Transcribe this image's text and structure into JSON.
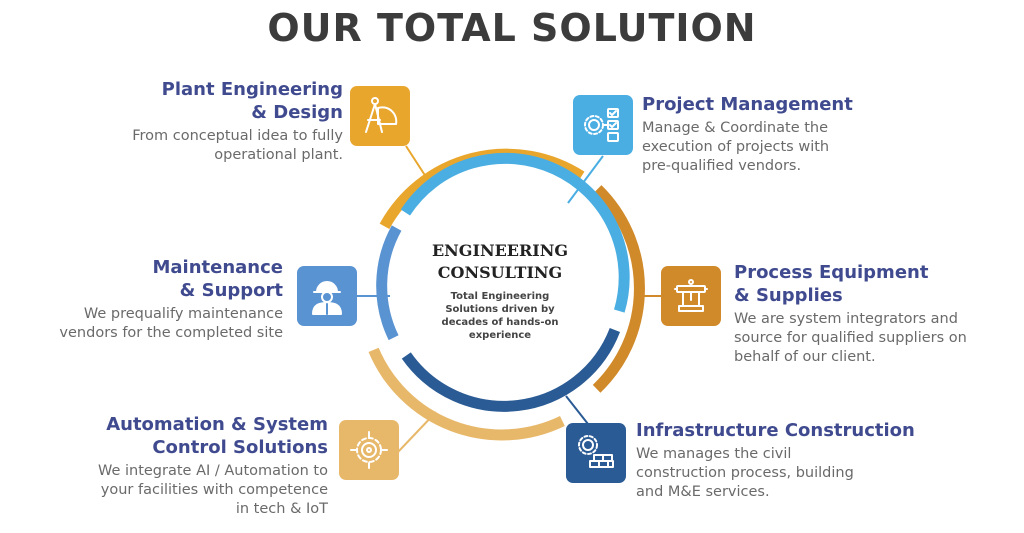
{
  "title": "OUR TOTAL SOLUTION",
  "center": {
    "title_lines": [
      "ENGINEERING",
      "CONSULTING"
    ],
    "subtitle_lines": [
      "Total Engineering",
      "Solutions driven by",
      "decades of hands-on",
      "experience"
    ]
  },
  "colors": {
    "orange": "#e9a62d",
    "light_blue": "#4aaee3",
    "dark_orange": "#d18a2a",
    "navy": "#2a5b95",
    "steel_blue": "#5993d2",
    "sand": "#e8b86a",
    "heading": "#3f4a8f",
    "body_text": "#6a6a6a"
  },
  "solutions": [
    {
      "id": "plant-engineering",
      "icon": "compass-protractor-icon",
      "heading_lines": [
        "Plant Engineering",
        "& Design"
      ],
      "desc_lines": [
        "From conceptual idea to fully",
        "operational plant."
      ]
    },
    {
      "id": "project-management",
      "icon": "gear-checklist-icon",
      "heading_lines": [
        "Project Management"
      ],
      "desc_lines": [
        "Manage & Coordinate the",
        "execution of projects with",
        "pre-qualified vendors."
      ]
    },
    {
      "id": "maintenance-support",
      "icon": "engineer-helmet-icon",
      "heading_lines": [
        "Maintenance",
        "& Support"
      ],
      "desc_lines": [
        "We prequalify maintenance",
        "vendors for the completed site"
      ]
    },
    {
      "id": "process-equipment",
      "icon": "machine-icon",
      "heading_lines": [
        "Process Equipment",
        "& Supplies"
      ],
      "desc_lines": [
        "We are system integrators and",
        "source for qualified suppliers on",
        "behalf of our client."
      ]
    },
    {
      "id": "automation-control",
      "icon": "gear-circuit-icon",
      "heading_lines": [
        "Automation & System",
        "Control Solutions"
      ],
      "desc_lines": [
        "We integrate AI / Automation to",
        "your facilities with competence",
        "in tech & IoT"
      ]
    },
    {
      "id": "infrastructure-construction",
      "icon": "gear-bricks-icon",
      "heading_lines": [
        "Infrastructure Construction"
      ],
      "desc_lines": [
        "We manages the civil",
        "construction process, building",
        "and M&E services."
      ]
    }
  ]
}
